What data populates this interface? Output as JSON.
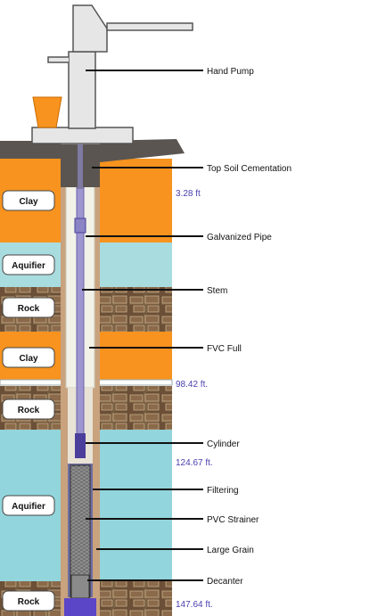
{
  "layers": [
    {
      "name": "Clay",
      "kind": "clay"
    },
    {
      "name": "Aquifier",
      "kind": "aquifer"
    },
    {
      "name": "Rock",
      "kind": "rock"
    },
    {
      "name": "Clay",
      "kind": "clay"
    },
    {
      "name": "Rock",
      "kind": "rock"
    },
    {
      "name": "Aquifier",
      "kind": "aquifer"
    },
    {
      "name": "Rock",
      "kind": "rock"
    }
  ],
  "labels": [
    "Hand Pump",
    "Top Soil Cementation",
    "Galvanized Pipe",
    "Stem",
    "FVC Full",
    "Cylinder",
    "Filtering",
    "PVC Strainer",
    "Large Grain",
    "Decanter"
  ],
  "depths": [
    "3.28 ft",
    "98.42 ft.",
    "124.67 ft.",
    "147.64 ft."
  ],
  "colors": {
    "clay": "#f7931e",
    "aquifer": "#a9dcdf",
    "aquifer_deep": "#92d5dc",
    "rock": "#6b5037",
    "pipe": "#f2f2e8",
    "stem": "#9d96d0",
    "cylinder": "#4b3f9b",
    "cement": "#5a5550",
    "pump": "#e6e6e6",
    "bucket": "#f7931e",
    "depth_text": "#4a3fb0"
  }
}
